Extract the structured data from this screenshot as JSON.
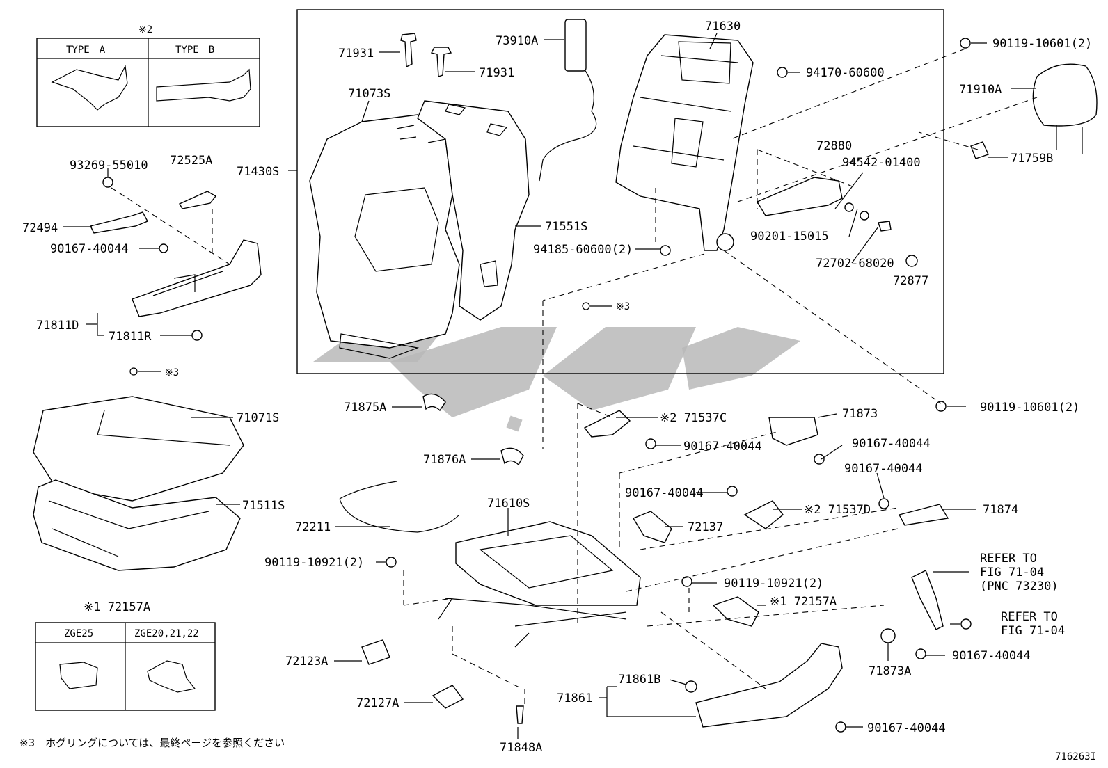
{
  "diagram": {
    "figure_id": "716263I",
    "footnote": "※3　ホグリングについては、最終ページを参照ください",
    "type_table": {
      "note_mark": "※2",
      "col_a": "TYPE　A",
      "col_b": "TYPE　B"
    },
    "zge_table": {
      "title": "※1 72157A",
      "col_a": "ZGE25",
      "col_b": "ZGE20,21,22"
    },
    "hog_ring_marks": [
      "※3",
      "※3"
    ],
    "refer_1": [
      "REFER TO",
      "FIG 71-04",
      "(PNC 73230)"
    ],
    "refer_2": [
      "REFER TO",
      "FIG 71-04"
    ],
    "labels": {
      "p71931a": "71931",
      "p71931b": "71931",
      "p73910A": "73910A",
      "p71630": "71630",
      "p71073S": "71073S",
      "p71430S": "71430S",
      "p71551S": "71551S",
      "p94170": "94170-60600",
      "p94185": "94185-60600(2)",
      "p72880": "72880",
      "p94542": "94542-01400",
      "p90201": "90201-15015",
      "p72702": "72702-68020",
      "p72877": "72877",
      "p90119top": "90119-10601(2)",
      "p71910A": "71910A",
      "p71759B": "71759B",
      "p90119mid": "90119-10601(2)",
      "p93269": "93269-55010",
      "p72525A": "72525A",
      "p72494": "72494",
      "p90167a": "90167-40044",
      "p71811D": "71811D",
      "p71811R": "71811R",
      "p71071S": "71071S",
      "p71511S": "71511S",
      "p71875A": "71875A",
      "p71876A": "71876A",
      "p71537C": "※2 71537C",
      "p90167b": "90167-40044",
      "p71873": "71873",
      "p90167c": "90167-40044",
      "p90167d": "90167-40044",
      "p90167e": "90167-40044",
      "p71537D": "※2 71537D",
      "p71874": "71874",
      "p72211": "72211",
      "p71610S": "71610S",
      "p72137": "72137",
      "p90119_10921a": "90119-10921(2)",
      "p90119_10921b": "90119-10921(2)",
      "p72157A": "※1 72157A",
      "p72123A": "72123A",
      "p72127A": "72127A",
      "p71848A": "71848A",
      "p71861": "71861",
      "p71861B": "71861B",
      "p90167f": "90167-40044",
      "p90167g": "90167-40044",
      "p71873A": "71873A"
    }
  }
}
